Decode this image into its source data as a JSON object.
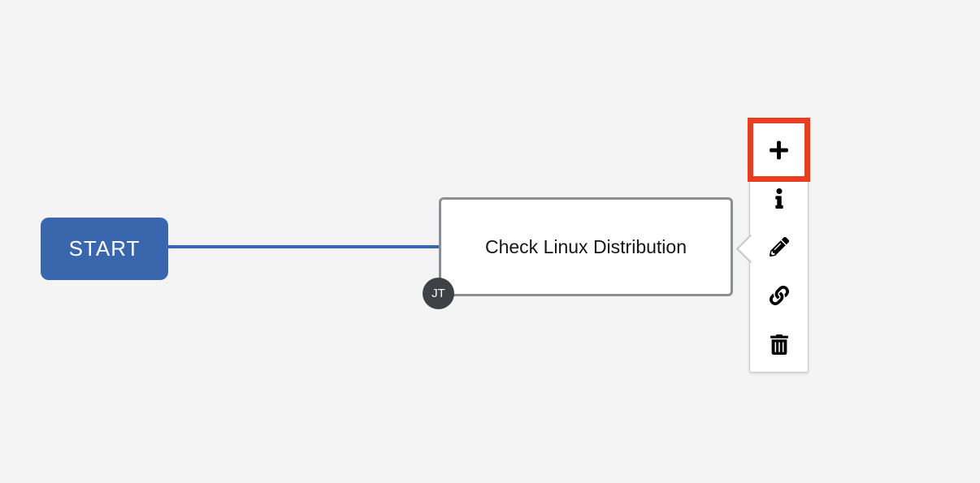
{
  "canvas": {
    "background_color": "#f4f4f4"
  },
  "start_node": {
    "label": "START",
    "fill_color": "#3a66ad",
    "text_color": "#ffffff"
  },
  "connector": {
    "color": "#3a66ad"
  },
  "workflow_node": {
    "title": "Check Linux Distribution",
    "badge": "JT",
    "fill_color": "#ffffff",
    "border_color": "#8b8e92",
    "badge_color": "#3e4246",
    "badge_text_color": "#ffffff"
  },
  "toolbar": {
    "background_color": "#ffffff",
    "border_color": "#c6c6c6",
    "selected_outline_color": "#e83c23",
    "icon_color": "#030303",
    "items": [
      {
        "icon": "plus-icon",
        "selected": true
      },
      {
        "icon": "info-icon",
        "selected": false
      },
      {
        "icon": "pencil-icon",
        "selected": false
      },
      {
        "icon": "link-icon",
        "selected": false
      },
      {
        "icon": "trash-icon",
        "selected": false
      }
    ]
  }
}
